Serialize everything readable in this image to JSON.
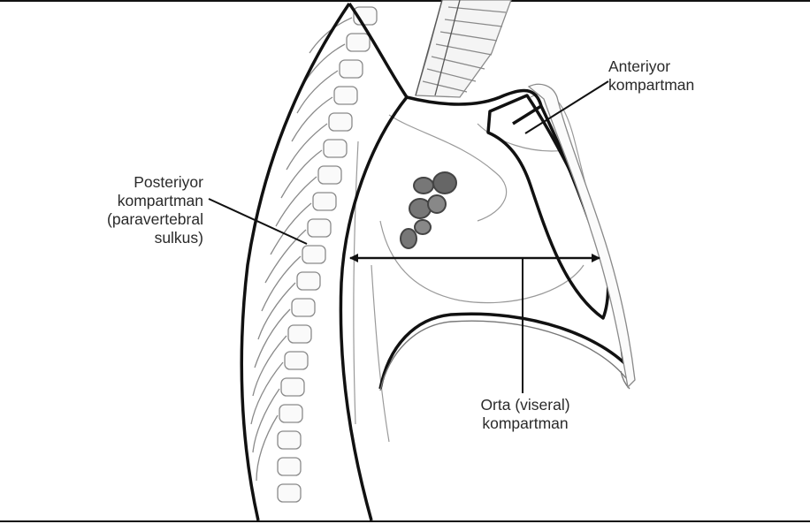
{
  "diagram": {
    "labels": {
      "anterior": {
        "lines": [
          "Anteriyor",
          "kompartman"
        ]
      },
      "posterior": {
        "lines": [
          "Posteriyor",
          "kompartman",
          "(paravertebral",
          "sulkus)"
        ]
      },
      "middle": {
        "lines": [
          "Orta (viseral)",
          "kompartman"
        ]
      }
    },
    "colors": {
      "outline": "#111111",
      "sketch": "#8a8a8a",
      "text": "#2a2a2a"
    }
  }
}
